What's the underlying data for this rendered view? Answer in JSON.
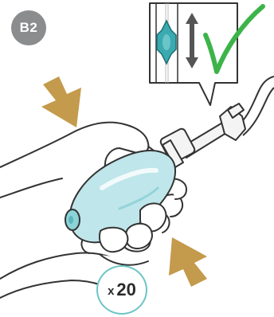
{
  "step_badge": {
    "label": "B2",
    "color": "#8b8c8e"
  },
  "repeat_badge": {
    "multiplier": "x",
    "count": "20",
    "ring_color": "#6cc4c6"
  },
  "callout": {
    "check_color": "#3cb449",
    "valve_color": "#3aaab0"
  },
  "colors": {
    "arrow": "#c49a4c",
    "bulb": "#bfe6ea",
    "outline": "#333333"
  }
}
